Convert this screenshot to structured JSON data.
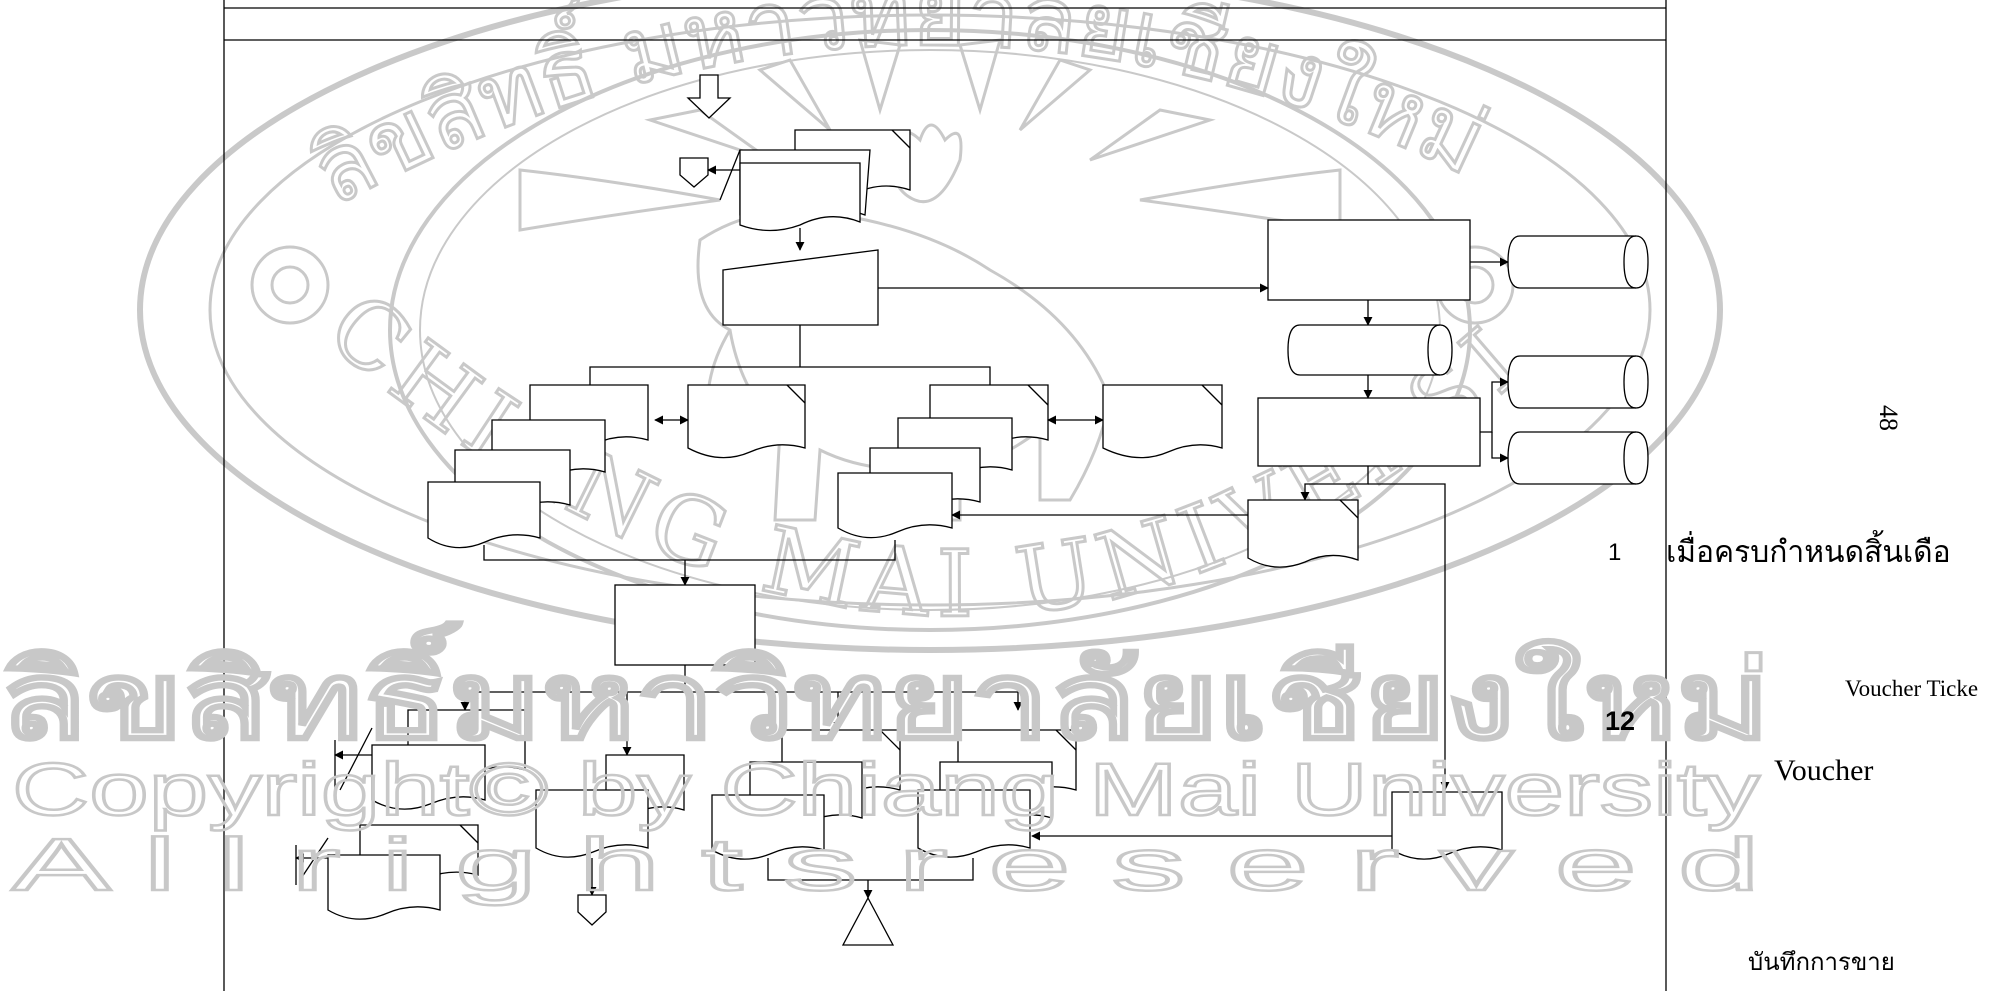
{
  "watermark": {
    "arc_top": "ลิขสิทธิ์ มหาวิทยาลัยเชียงใหม่",
    "arc_bottom": "CHIANG MAI UNIVERSITY",
    "line1": "ลิขสิทธิ์มหาวิทยาลัยเชียงใหม่",
    "line2": "Copyright© by Chiang Mai University",
    "line3": "A l l   r i g h t s   r e s e r v e d"
  },
  "page": {
    "number": "48"
  },
  "notes": {
    "n1_number": "1",
    "n1_text": "เมื่อครบกำหนดสิ้นเดือ",
    "voucher_ticket": "Voucher Ticke",
    "n12_number": "12",
    "voucher": "Voucher",
    "sales_record": "บันทึกการขาย"
  }
}
